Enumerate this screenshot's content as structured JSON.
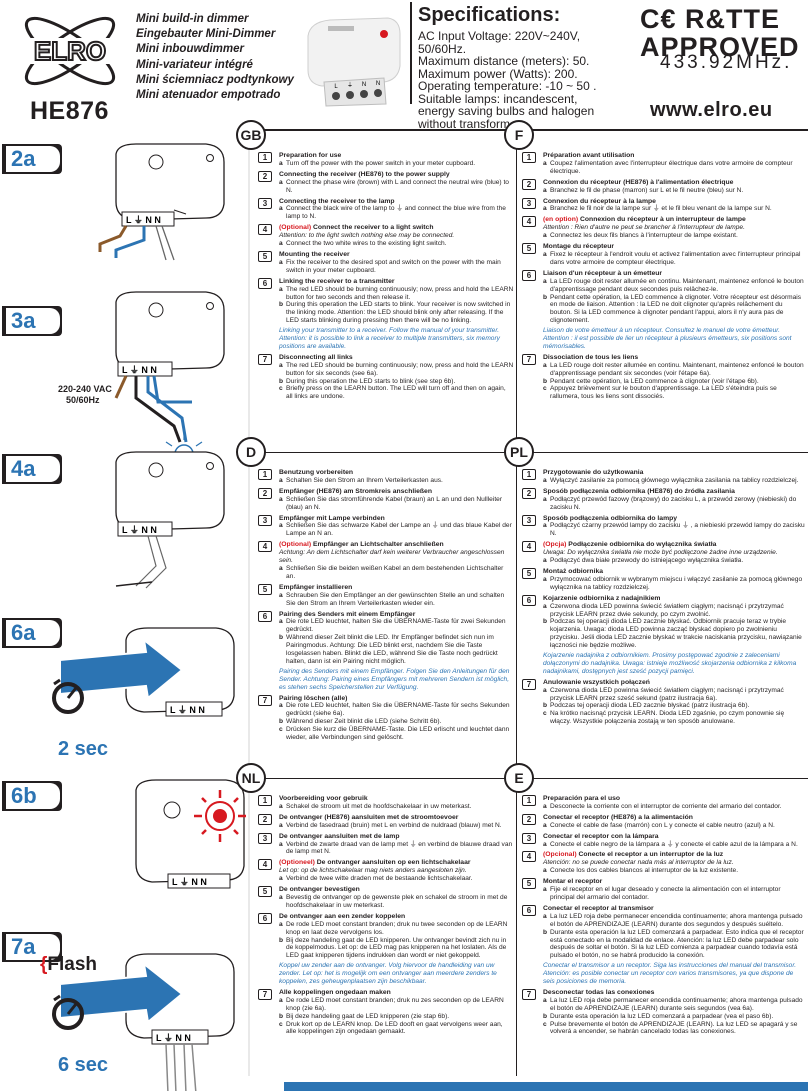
{
  "header": {
    "brand": "ELRO",
    "model": "HE876",
    "product_names": [
      "Mini build-in dimmer",
      "Eingebauter Mini-Dimmer",
      "Mini inbouwdimmer",
      "Mini-variateur intégré",
      "Mini ściemniacz podtynkowy",
      "Mini atenuador empotrado"
    ],
    "specs_title": "Specifications:",
    "specs": [
      "AC Input Voltage: 220V~240V, 50/60Hz.",
      "Maximum distance (meters): 50.",
      "Maximum power (Watts): 200.",
      "Operating temperature: -10 ~ 50 .",
      "Suitable lamps: incandescent, energy saving bulbs and halogen without transformer."
    ],
    "cert_line1": "C€ R&TTE",
    "cert_line2": "APPROVED",
    "frequency": "433.92MHz.",
    "url": "www.elro.eu"
  },
  "steps_left": [
    {
      "tag": "2a"
    },
    {
      "tag": "3a"
    },
    {
      "tag": "4a"
    },
    {
      "tag": "6a"
    },
    {
      "tag": "6b"
    },
    {
      "tag": "7a"
    }
  ],
  "voltage_label": [
    "220-240 VAC",
    "50/60Hz"
  ],
  "sec_6a": "2 sec",
  "flash": "Flash",
  "sec_7a": "6 sec",
  "colors": {
    "accent": "#2c74b3",
    "red": "#d71920",
    "dark": "#231f20"
  },
  "lang": {
    "gb": "GB",
    "f": "F",
    "d": "D",
    "pl": "PL",
    "nl": "NL",
    "e": "E"
  },
  "gb": [
    {
      "n": "1",
      "h": "Preparation for use",
      "items": [
        [
          "a",
          "Turn off the power with the power switch in your meter cupboard."
        ]
      ]
    },
    {
      "n": "2",
      "h": "Connecting the receiver (HE876) to the power supply",
      "items": [
        [
          "a",
          "Connect the phase wire (brown) with L and connect the neutral wire (blue) to N."
        ]
      ]
    },
    {
      "n": "3",
      "h": "Connecting the receiver to the lamp",
      "items": [
        [
          "a",
          "Connect the black wire of the lamp to ⏚ and connect the blue wire from the lamp to N."
        ]
      ]
    },
    {
      "n": "4",
      "opt": "(Optional)",
      "h": " Connect the receiver to a light switch",
      "it": "Attention: to the light switch nothing else may be connected.",
      "items": [
        [
          "a",
          "Connect the two white wires to the existing light switch."
        ]
      ]
    },
    {
      "n": "5",
      "h": "Mounting the receiver",
      "items": [
        [
          "a",
          "Fix the receiver to the desired spot and switch on the power with the main switch in your meter cupboard."
        ]
      ]
    },
    {
      "n": "6",
      "h": "Linking the receiver to a transmitter",
      "items": [
        [
          "a",
          "The red LED should be burning continuously; now, press and hold the LEARN button for two seconds and then release it."
        ],
        [
          "b",
          "During this operation the LED starts to blink. Your receiver is now switched in the linking mode. Attention: the LED should blink only after releasing. If the LED starts blinking during pressing then there will be no linking."
        ]
      ],
      "note": "Linking your transmitter to a receiver. Follow the manual of your transmitter. Attention: it is possible to link a receiver to multiple transmitters, six memory positions are available."
    },
    {
      "n": "7",
      "h": "Disconnecting all links",
      "items": [
        [
          "a",
          "The red LED should be burning continuously; now, press and hold the LEARN button for six seconds (see 6a)."
        ],
        [
          "b",
          "During this operation the LED starts to blink (see step 6b)."
        ],
        [
          "c",
          "Briefly press on the LEARN button. The LED will turn off and then on again, all links are undone."
        ]
      ]
    }
  ],
  "f": [
    {
      "n": "1",
      "h": "Préparation avant utilisation",
      "items": [
        [
          "a",
          "Coupez l'alimentation avec l'interrupteur électrique dans votre armoire de compteur électrique."
        ]
      ]
    },
    {
      "n": "2",
      "h": "Connexion du récepteur (HE876) à l'alimentation électrique",
      "items": [
        [
          "a",
          "Branchez le fil de phase (marron) sur L et le fil neutre (bleu) sur N."
        ]
      ]
    },
    {
      "n": "3",
      "h": "Connexion du récepteur à la lampe",
      "items": [
        [
          "a",
          "Branchez le fil noir de la lampe sur ⏚ et le fil bleu venant de la lampe sur N."
        ]
      ]
    },
    {
      "n": "4",
      "opt": "(en option)",
      "h": " Connexion du récepteur à un interrupteur de lampe",
      "it": "Attention : Rien d'autre ne peut se brancher à l'interrupteur de lampe.",
      "items": [
        [
          "a",
          "Connectez les deux fils blancs à l'interrupteur de lampe existant."
        ]
      ]
    },
    {
      "n": "5",
      "h": "Montage du récepteur",
      "items": [
        [
          "a",
          "Fixez le récepteur à l'endroit voulu et activez l'alimentation avec l'interrupteur principal dans votre armoire de compteur électrique."
        ]
      ]
    },
    {
      "n": "6",
      "h": "Liaison d'un récepteur à un émetteur",
      "items": [
        [
          "a",
          "La LED rouge doit rester allumée en continu. Maintenant, maintenez enfoncé le bouton d'apprentissage pendant deux secondes puis relâchez-le."
        ],
        [
          "b",
          "Pendant cette opération, la LED commence à clignoter. Votre récepteur est désormais en mode de liaison. Attention : la LED ne doit clignoter qu'après relâchement du bouton. Si la LED commence à clignoter pendant l'appui, alors il n'y aura pas de clignotement."
        ]
      ],
      "note": "Liaison de votre émetteur à un récepteur. Consultez le manuel de votre émetteur. Attention : il est possible de lier un récepteur à plusieurs émetteurs, six positions sont mémorisables."
    },
    {
      "n": "7",
      "h": "Dissociation de tous les liens",
      "items": [
        [
          "a",
          "La LED rouge doit rester allumée en continu. Maintenant, maintenez enfoncé le bouton d'apprentissage pendant six secondes (voir l'étape 6a)."
        ],
        [
          "b",
          "Pendant cette opération, la LED commence à clignoter (voir l'étape 6b)."
        ],
        [
          "c",
          "Appuyez brièvement sur le bouton d'apprentissage. La LED s'éteindra puis se rallumera, tous les liens sont dissociés."
        ]
      ]
    }
  ],
  "d": [
    {
      "n": "1",
      "h": "Benutzung vorbereiten",
      "items": [
        [
          "a",
          "Schalten Sie den Strom an Ihrem Verteilerkasten aus."
        ]
      ]
    },
    {
      "n": "2",
      "h": "Empfänger (HE876) am Stromkreis anschließen",
      "items": [
        [
          "a",
          "Schließen Sie das stromführende Kabel (braun) an L an und den Nullleiter (blau) an N."
        ]
      ]
    },
    {
      "n": "3",
      "h": "Empfänger mit Lampe verbinden",
      "items": [
        [
          "a",
          "Schließen Sie das schwarze Kabel der Lampe an ⏚ und das blaue Kabel der Lampe an N an."
        ]
      ]
    },
    {
      "n": "4",
      "opt": "(Optional)",
      "h": " Empfänger an Lichtschalter anschließen",
      "it": "Achtung: An dem Lichtschalter darf kein weiterer Verbraucher angeschlossen sein.",
      "items": [
        [
          "a",
          "Schließen Sie die beiden weißen Kabel an dem bestehenden Lichtschalter an."
        ]
      ]
    },
    {
      "n": "5",
      "h": "Empfänger installieren",
      "items": [
        [
          "a",
          "Schrauben Sie den Empfänger an der gewünschten Stelle an und schalten Sie den Strom an Ihrem Verteilerkasten wieder ein."
        ]
      ]
    },
    {
      "n": "6",
      "h": "Pairing des Senders mit einem Empfänger",
      "items": [
        [
          "a",
          "Die rote LED leuchtet, halten Sie die ÜBERNAME-Taste für zwei Sekunden gedrückt."
        ],
        [
          "b",
          "Während dieser Zeit blinkt die LED. Ihr Empfänger befindet sich nun im Pairingmodus. Achtung: Die LED blinkt erst, nachdem Sie die Taste losgelassen haben. Blinkt die LED, während Sie die Taste noch gedrückt halten, dann ist ein Pairing nicht möglich."
        ]
      ],
      "note": "Pairing des Senders mit einem Empfänger. Folgen Sie den Anleitungen für den Sender. Achtung: Pairing eines Empfängers mit mehreren Sendern ist möglich, es stehen sechs Speicherstellen zur Verfügung."
    },
    {
      "n": "7",
      "h": "Pairing löschen (alle)",
      "items": [
        [
          "a",
          "Die rote LED leuchtet, halten Sie die ÜBERNAME-Taste für sechs Sekunden gedrückt (siehe 6a)."
        ],
        [
          "b",
          "Während dieser Zeit blinkt die LED (siehe Schritt 6b)."
        ],
        [
          "c",
          "Drücken Sie kurz die ÜBERNAME-Taste. Die LED erlischt und leuchtet dann wieder, alle Verbindungen sind gelöscht."
        ]
      ]
    }
  ],
  "pl": [
    {
      "n": "1",
      "h": "Przygotowanie do użytkowania",
      "items": [
        [
          "a",
          "Wyłączyć zasilanie za pomocą głównego wyłącznika zasilania na tablicy rozdzielczej."
        ]
      ]
    },
    {
      "n": "2",
      "h": "Sposób podłączenia odbiornika (HE876) do źródła zasilania",
      "items": [
        [
          "a",
          "Podłączyć przewód fazowy (brązowy) do zacisku L, a przewód zerowy (niebieski) do zacisku N."
        ]
      ]
    },
    {
      "n": "3",
      "h": "Sposób podłączenia odbiornika do lampy",
      "items": [
        [
          "a",
          "Podłączyć czarny przewód lampy do zacisku ⏚ , a niebieski przewód lampy do zacisku N."
        ]
      ]
    },
    {
      "n": "4",
      "opt": "(Opcja)",
      "h": " Podłączenie odbiornika do wyłącznika światła",
      "it": "Uwaga: Do wyłącznika światła nie może być podłączone żadne inne urządzenie.",
      "items": [
        [
          "a",
          "Podłączyć dwa białe przewody do istniejącego wyłącznika światła."
        ]
      ]
    },
    {
      "n": "5",
      "h": "Montaż odbiornika",
      "items": [
        [
          "a",
          "Przymocować odbiornik w wybranym miejscu i włączyć zasilanie za pomocą głównego wyłącznika na tablicy rozdzielczej."
        ]
      ]
    },
    {
      "n": "6",
      "h": "Kojarzenie odbiornika z nadajnikiem",
      "items": [
        [
          "a",
          "Czerwona dioda LED powinna świecić światłem ciągłym; nacisnąć i przytrzymać przycisk LEARN przez dwie sekundy, po czym zwolnić."
        ],
        [
          "b",
          "Podczas tej operacji dioda LED zacznie błyskać. Odbiornik pracuje teraz w trybie kojarzenia. Uwaga: dioda LED powinna zacząć błyskać dopiero po zwolnieniu przycisku. Jeśli dioda LED zacznie błyskać w trakcie naciskania przycisku, nawiązanie łączności nie będzie możliwe."
        ]
      ],
      "note": "Kojarzenie nadajnika z odbiornikiem. Prosimy postępować zgodnie z zaleceniami dołączonymi do nadajnika. Uwaga: istnieje możliwość skojarzenia odbiornika z kilkoma nadajnikami, dostępnych jest sześć pozycji pamięci."
    },
    {
      "n": "7",
      "h": "Anulowanie wszystkich połączeń",
      "items": [
        [
          "a",
          "Czerwona dioda LED powinna świecić światłem ciągłym; nacisnąć i przytrzymać przycisk LEARN przez sześć sekund (patrz ilustracja 6a)."
        ],
        [
          "b",
          "Podczas tej operacji dioda LED zacznie błyskać (patrz ilustracja 6b)."
        ],
        [
          "c",
          "Na krótko nacisnąć przycisk LEARN. Dioda LED zgaśnie, po czym ponownie się włączy. Wszystkie połączenia zostają w ten sposób anulowane."
        ]
      ]
    }
  ],
  "nl": [
    {
      "n": "1",
      "h": "Voorbereiding voor gebruik",
      "items": [
        [
          "a",
          "Schakel de stroom uit met de hoofdschakelaar in uw meterkast."
        ]
      ]
    },
    {
      "n": "2",
      "h": "De ontvanger (HE876) aansluiten met de stroomtoevoer",
      "items": [
        [
          "a",
          "Verbind de fasedraad (bruin) met L en verbind de nuldraad (blauw) met N."
        ]
      ]
    },
    {
      "n": "3",
      "h": "De ontvanger aansluiten met de lamp",
      "items": [
        [
          "a",
          "Verbind de zwarte draad van de lamp met ⏚ en verbind de blauwe draad van de lamp met N."
        ]
      ]
    },
    {
      "n": "4",
      "opt": "(Optioneel)",
      "h": " De ontvanger aansluiten op een lichtschakelaar",
      "it": "Let op: op de lichtschakelaar mag niets anders aangesloten zijn.",
      "items": [
        [
          "a",
          "Verbind de twee witte draden met de bestaande lichtschakelaar."
        ]
      ]
    },
    {
      "n": "5",
      "h": "De ontvanger bevestigen",
      "items": [
        [
          "a",
          "Bevestig de ontvanger op de gewenste plek en schakel de stroom in met de hoofdschakelaar in uw meterkast."
        ]
      ]
    },
    {
      "n": "6",
      "h": "De ontvanger aan een zender koppelen",
      "items": [
        [
          "a",
          "De rode LED moet constant branden; druk nu twee seconden op de LEARN knop en laat deze vervolgens los."
        ],
        [
          "b",
          "Bij deze handeling gaat de LED knipperen. Uw ontvanger bevindt zich nu in de koppelmodus. Let op: de LED mag pas knipperen na het loslaten. Als de LED gaat knipperen tijdens indrukken dan wordt er niet gekoppeld."
        ]
      ],
      "note": "Koppel uw zender aan de ontvanger. Volg hiervoor de handleiding van uw zender. Let op: het is mogelijk om een ontvanger aan meerdere zenders te koppelen, zes geheugenplaatsen zijn beschikbaar."
    },
    {
      "n": "7",
      "h": "Alle koppelingen ongedaan maken",
      "items": [
        [
          "a",
          "De rode LED moet constant branden; druk nu zes seconden op de LEARN knop (zie 6a)."
        ],
        [
          "b",
          "Bij deze handeling gaat de LED knipperen (zie stap 6b)."
        ],
        [
          "c",
          "Druk kort op de LEARN knop. De LED dooft en gaat vervolgens weer aan, alle koppelingen zijn ongedaan gemaakt."
        ]
      ]
    }
  ],
  "e": [
    {
      "n": "1",
      "h": "Preparación para el uso",
      "items": [
        [
          "a",
          "Desconecte la corriente con el interruptor de corriente del armario del contador."
        ]
      ]
    },
    {
      "n": "2",
      "h": "Conectar el receptor (HE876) a la alimentación",
      "items": [
        [
          "a",
          "Conecte el cable de fase (marrón) con L y conecte el cable neutro (azul) a N."
        ]
      ]
    },
    {
      "n": "3",
      "h": "Conectar el receptor con la lámpara",
      "items": [
        [
          "a",
          "Conecte el cable negro de la lámpara a ⏚ y conecte el cable azul de la lámpara a N."
        ]
      ]
    },
    {
      "n": "4",
      "opt": "(Opcional)",
      "h": " Conecte el receptor a un interruptor de la luz",
      "it": "Atención: no se puede conectar nada más al interruptor de la luz.",
      "items": [
        [
          "a",
          "Conecte los dos cables blancos al interruptor de la luz existente."
        ]
      ]
    },
    {
      "n": "5",
      "h": "Montar el receptor",
      "items": [
        [
          "a",
          "Fije el receptor en el lugar deseado y conecte la alimentación con el interruptor principal del armario del contador."
        ]
      ]
    },
    {
      "n": "6",
      "h": "Conectar el receptor al transmisor",
      "items": [
        [
          "a",
          "La luz LED roja debe permanecer encendida continuamente; ahora mantenga pulsado el botón de APRENDIZAJE (LEARN) durante dos segundos y después suéltelo."
        ],
        [
          "b",
          "Durante esta operación la luz LED comenzará a parpadear. Esto indica que el receptor está conectado en la modalidad de enlace. Atención: la luz LED debe parpadear solo después de soltar el botón. Si la luz LED comienza a parpadear cuando todavía está pulsado el botón, no se habrá producido la conexión."
        ]
      ],
      "note": "Conectar el transmisor a un receptor. Siga las instrucciones del manual del transmisor. Atención: es posible conectar un receptor con varios transmisores, ya que dispone de seis posiciones de memoria."
    },
    {
      "n": "7",
      "h": "Desconectar todas las conexiones",
      "items": [
        [
          "a",
          "La luz LED roja debe permanecer encendida continuamente; ahora mantenga pulsado el botón de APRENDIZAJE (LEARN) durante seis segundos (vea 6a)."
        ],
        [
          "b",
          "Durante esta operación la luz LED comenzará a parpadear (vea el paso 6b)."
        ],
        [
          "c",
          "Pulse brevemente el botón de APRENDIZAJE (LEARN). La luz LED se apagará y se volverá a encender, se habrán cancelado todas las conexiones."
        ]
      ]
    }
  ]
}
